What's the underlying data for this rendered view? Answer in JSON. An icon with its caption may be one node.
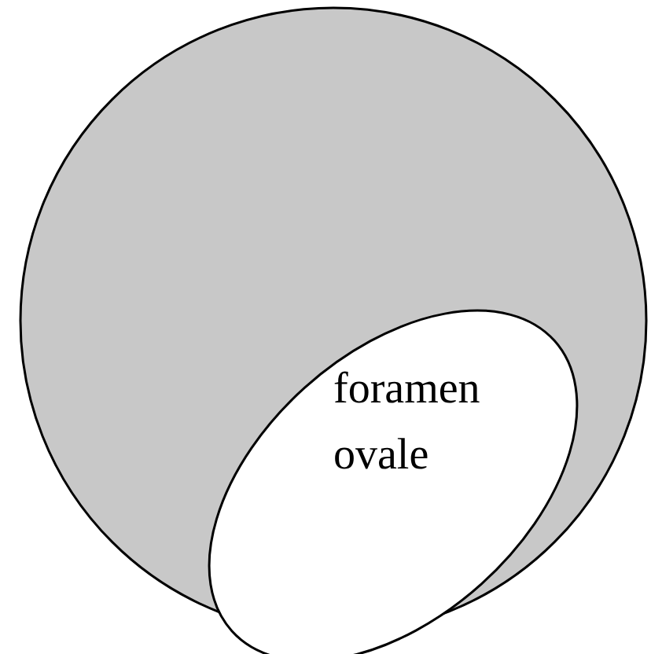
{
  "diagram": {
    "nodes": [
      {
        "text": [],
        "shape": "circle"
      },
      {
        "text": [
          "foramen ovale"
        ],
        "in": 0
      }
    ]
  }
}
